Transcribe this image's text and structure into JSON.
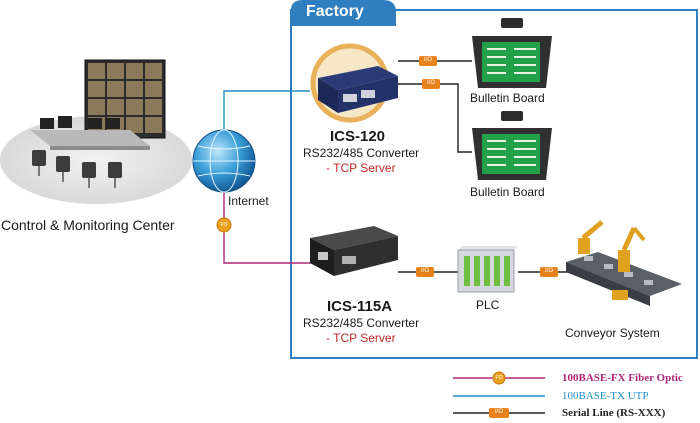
{
  "factory": {
    "title": "Factory"
  },
  "control_center": {
    "label": "Control & Monitoring Center"
  },
  "internet": {
    "label": "Internet"
  },
  "devices": {
    "ics120": {
      "model": "ICS-120",
      "desc": "RS232/485 Converter",
      "role": "- TCP Server"
    },
    "ics115a": {
      "model": "ICS-115A",
      "desc": "RS232/485 Converter",
      "role": "- TCP Server"
    },
    "plc": {
      "label": "PLC"
    },
    "conveyor": {
      "label": "Conveyor System"
    },
    "bulletin_top": {
      "label": "Bulletin Board"
    },
    "bulletin_bottom": {
      "label": "Bulletin Board"
    }
  },
  "badges": {
    "io": "I/O",
    "fo": "FO"
  },
  "legend": [
    {
      "label": "100BASE-FX Fiber Optic",
      "color": "#b0287a",
      "badge": "FO"
    },
    {
      "label": "100BASE-TX UTP",
      "color": "#1e8fc8",
      "badge": ""
    },
    {
      "label": "Serial Line (RS-XXX)",
      "color": "#222222",
      "badge": "I/O"
    }
  ],
  "colors": {
    "factory_border": "#2f7fc0",
    "fiber": "#b0287a",
    "utp": "#1e8fc8",
    "serial": "#222222",
    "badge": "#e8821e",
    "accent_red": "#c0282a"
  }
}
